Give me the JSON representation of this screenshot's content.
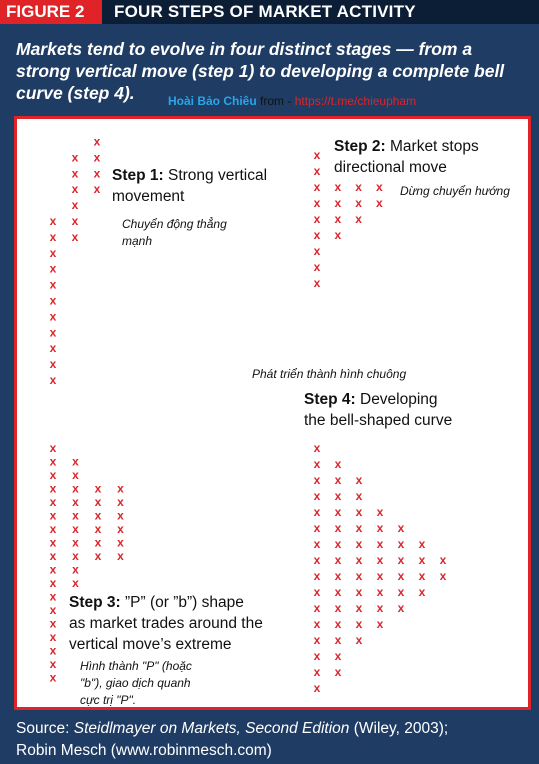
{
  "figure_label": "FIGURE 2",
  "figure_title": "FOUR STEPS OF MARKET ACTIVITY",
  "intro": "Markets tend to evolve in four distinct stages — from a strong vertical move (step 1) to developing a complete bell curve (step 4).",
  "watermark": {
    "name": "Hoài Bảo Chiêu",
    "from": "from",
    "sep": " - ",
    "url": "https://t.me/chieupham"
  },
  "mark": "x",
  "steps": [
    {
      "number": "Step 1:",
      "line1_rest": " Strong vertical",
      "line2": "movement",
      "translation": [
        "Chuyển động thẳng",
        "mạnh"
      ]
    },
    {
      "number": "Step 2:",
      "line1_rest": " Market stops",
      "line2": "directional move",
      "translation": [
        "Dừng chuyển hướng"
      ]
    },
    {
      "number": "Step 3:",
      "line1_rest": " ”P” (or ”b”) shape",
      "line2": "as market trades around the",
      "line3": "vertical move’s extreme",
      "translation": [
        "Hình thành \"P\" (hoặc",
        "\"b\"), giao dịch quanh",
        "cực trị \"P\"."
      ]
    },
    {
      "number": "Step 4:",
      "line1_rest": " Developing",
      "line2": "the bell-shaped curve",
      "translation": [
        "Phát triển thành hình chuông"
      ]
    }
  ],
  "profiles": {
    "step1_columns": [
      [
        0,
        1,
        2,
        3,
        4,
        5,
        6,
        7,
        8,
        9,
        10
      ],
      [
        9,
        10,
        11,
        12,
        13,
        14
      ],
      [
        12,
        13,
        14,
        15
      ]
    ],
    "step2_row_counts": [
      1,
      1,
      4,
      4,
      3,
      2,
      1,
      1,
      1
    ],
    "step3_row_counts": [
      1,
      2,
      2,
      4,
      4,
      4,
      4,
      4,
      4,
      2,
      2,
      1,
      1,
      1,
      1,
      1,
      1,
      1
    ],
    "step4_row_counts": [
      1,
      2,
      3,
      3,
      4,
      5,
      6,
      7,
      7,
      6,
      5,
      4,
      3,
      2,
      2,
      1
    ]
  },
  "footer": {
    "prefix": "Source: ",
    "book": "Steidlmayer on Markets, Second Edition",
    "rest1": " (Wiley, 2003);",
    "line2": "Robin Mesch (www.robinmesch.com)"
  }
}
